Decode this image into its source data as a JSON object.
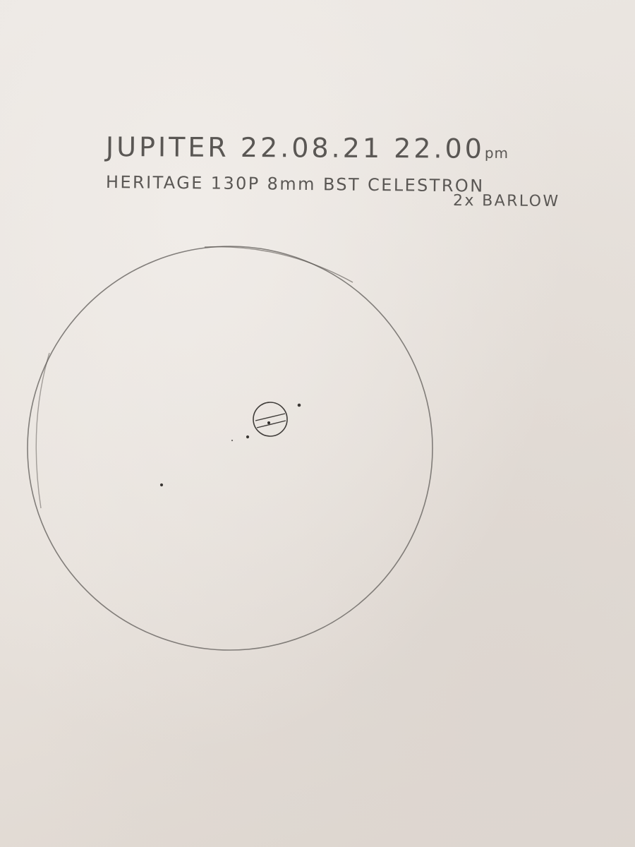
{
  "sketch": {
    "title": "JUPITER 22.08.21 22.00",
    "title_suffix": "pm",
    "equipment_line": "HERITAGE 130P   8mm BST CELESTRON",
    "barlow_line": "2x BARLOW"
  },
  "colors": {
    "paper": "#ebe6e1",
    "pencil": "#5a5754"
  }
}
